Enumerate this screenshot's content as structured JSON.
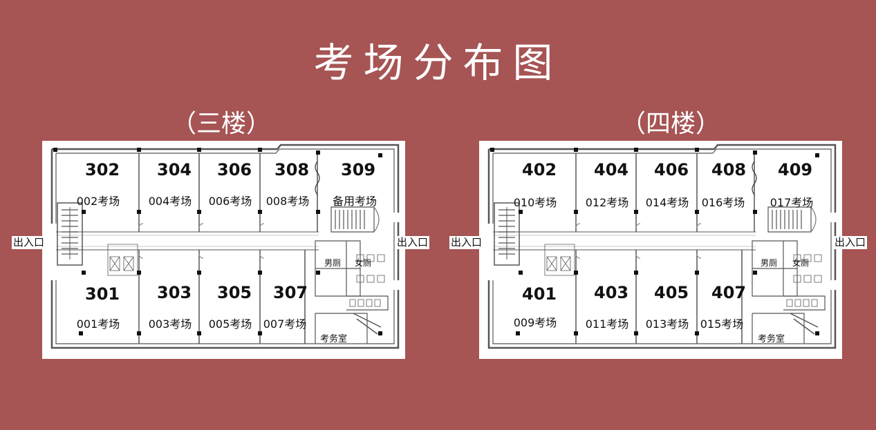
{
  "title": "考场分布图",
  "floors": [
    {
      "label": "（三楼）",
      "top_rooms": [
        {
          "num": "302",
          "exam": "002考场"
        },
        {
          "num": "304",
          "exam": "004考场"
        },
        {
          "num": "306",
          "exam": "006考场"
        },
        {
          "num": "308",
          "exam": "008考场"
        },
        {
          "num": "309",
          "exam": "备用考场"
        }
      ],
      "bottom_rooms": [
        {
          "num": "301",
          "exam": "001考场"
        },
        {
          "num": "303",
          "exam": "003考场"
        },
        {
          "num": "305",
          "exam": "005考场"
        },
        {
          "num": "307",
          "exam": "007考场"
        }
      ],
      "mens_restroom": "男厕",
      "womens_restroom": "女厕",
      "exam_office": "考务室",
      "exit_left": "出入口",
      "exit_right": "出入口"
    },
    {
      "label": "（四楼）",
      "top_rooms": [
        {
          "num": "402",
          "exam": "010考场"
        },
        {
          "num": "404",
          "exam": "012考场"
        },
        {
          "num": "406",
          "exam": "014考场"
        },
        {
          "num": "408",
          "exam": "016考场"
        },
        {
          "num": "409",
          "exam": "017考场"
        }
      ],
      "bottom_rooms": [
        {
          "num": "401",
          "exam": "009考场"
        },
        {
          "num": "403",
          "exam": "011考场"
        },
        {
          "num": "405",
          "exam": "013考场"
        },
        {
          "num": "407",
          "exam": "015考场"
        }
      ],
      "mens_restroom": "男厕",
      "womens_restroom": "女厕",
      "exam_office": "考务室",
      "exit_left": "出入口",
      "exit_right": "出入口"
    }
  ]
}
